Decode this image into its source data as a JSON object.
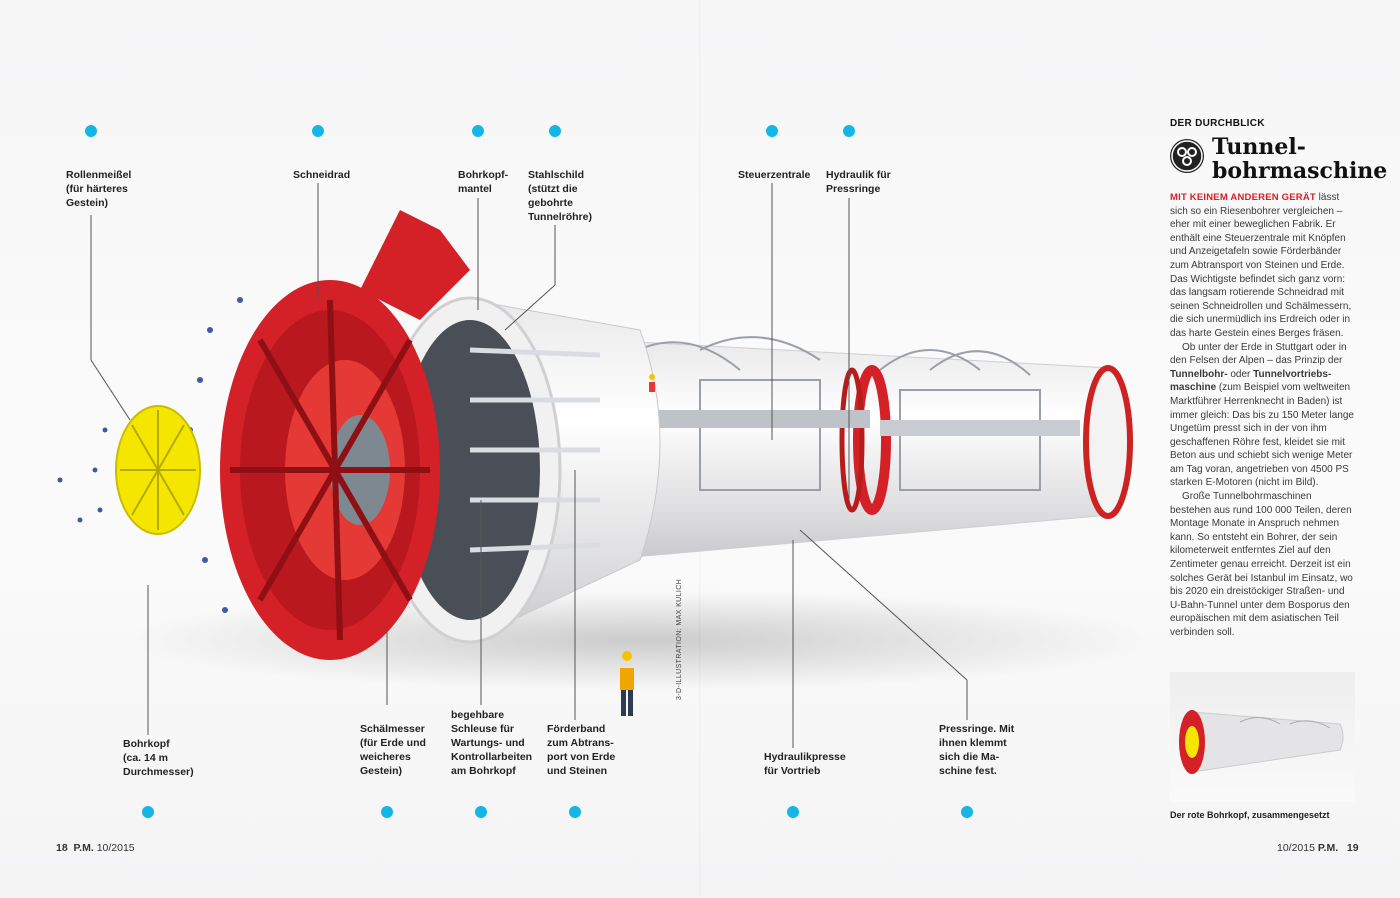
{
  "labels": {
    "rollenmeissel": "Rollenmeißel\n(für härteres\nGestein)",
    "schneidrad": "Schneidrad",
    "bohrkopfmantel": "Bohrkopf-\nmantel",
    "stahlschild": "Stahlschild\n(stützt die\ngebohrte\nTunnelröhre)",
    "steuerzentrale": "Steuerzentrale",
    "hydraulik": "Hydraulik für\nPressringe",
    "bohrkopf": "Bohrkopf\n(ca. 14 m\nDurchmesser)",
    "schaelmesser": "Schälmesser\n(für Erde und\nweicheres\nGestein)",
    "schleuse": "begehbare\nSchleuse für\nWartungs- und\nKontrollarbeiten\nam Bohrkopf",
    "foerderband": "Förderband\nzum Abtrans-\nport von Erde\nund Steinen",
    "hydraulikpresse": "Hydraulikpresse\nfür Vortrieb",
    "pressringe": "Pressringe. Mit\nihnen klemmt\nsich die Ma-\nschine fest."
  },
  "credit": "3-D-ILLUSTRATION: MAX KULICH",
  "sidebar": {
    "kicker": "DER DURCHBLICK",
    "title_line1": "Tunnel-",
    "title_line2": "bohrmaschine",
    "lead": "MIT KEINEM ANDEREN GERÄT",
    "p1": " lässt sich so ein Riesenbohrer vergleichen – eher mit einer beweglichen Fabrik. Er enthält eine Steuerzentrale mit Knöpfen und Anzeigetafeln sowie Förderbänder zum Abtransport von Steinen und Erde. Das Wichtigste befindet sich ganz vorn: das langsam rotierende Schneidrad mit seinen Schneidrollen und Schälmessern, die sich unermüdlich ins Erdreich oder in das harte Gestein eines Berges fräsen.",
    "p2a": "Ob unter der Erde in Stuttgart oder in den Felsen der Alpen – das Prinzip der ",
    "p2b": "Tunnelbohr-",
    "p2c": " oder ",
    "p2d": "Tunnelvortriebs-maschine",
    "p2e": " (zum Beispiel vom weltweiten Marktführer Herrenknecht in Baden) ist immer gleich: Das bis zu 150 Meter lange Ungetüm presst sich in der von ihm geschaffenen Röhre fest, kleidet sie mit Beton aus und schiebt sich wenige Meter am Tag voran, angetrieben von 4500 PS starken E-Motoren (nicht im Bild).",
    "p3": "Große Tunnelbohrmaschinen bestehen aus rund 100 000 Teilen, deren Montage Monate in Anspruch nehmen kann. So entsteht ein Bohrer, der sein kilometerweit entferntes Ziel auf den Zentimeter genau erreicht. Derzeit ist ein solches Gerät bei Istanbul im Einsatz, wo bis 2020 ein dreistöckiger Straßen- und U-Bahn-Tunnel unter dem Bosporus den europäischen mit dem asiatischen Teil verbinden soll.",
    "caption": "Der rote Bohrkopf, zusammengesetzt"
  },
  "folio_left": {
    "page": "18",
    "mag": "P.M.",
    "issue": "10/2015"
  },
  "folio_right": {
    "issue": "10/2015",
    "mag": "P.M.",
    "page": "19"
  },
  "colors": {
    "accent_red": "#d42027",
    "dot_blue": "#14b6e6",
    "cutter_yellow": "#f5e600"
  }
}
